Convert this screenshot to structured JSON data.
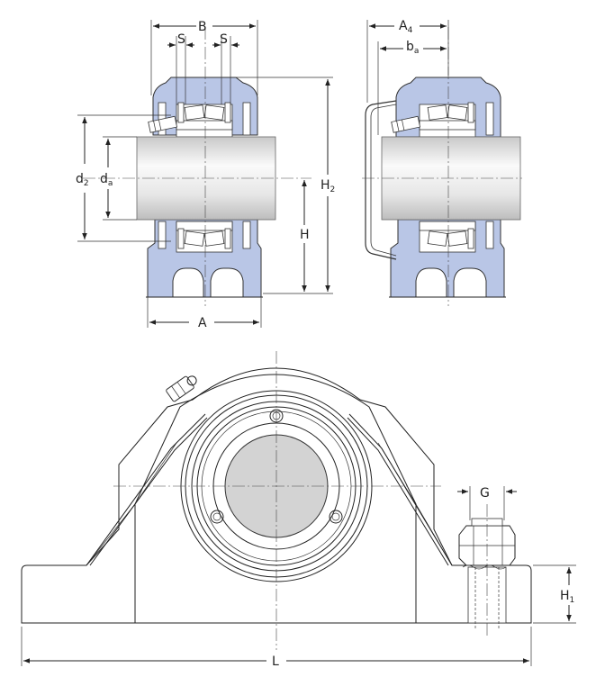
{
  "labels": {
    "B": "B",
    "S_left": "S",
    "S_right": "S",
    "A4_main": "A",
    "A4_sub": "4",
    "ba_main": "b",
    "ba_sub": "a",
    "d2_main": "d",
    "d2_sub": "2",
    "da_main": "d",
    "da_sub": "a",
    "H2_main": "H",
    "H2_sub": "2",
    "H": "H",
    "A": "A",
    "G": "G",
    "H1_main": "H",
    "H1_sub": "1",
    "L": "L"
  },
  "colors": {
    "housing_fill": "#b9c6e6",
    "line": "#222222",
    "shaft_light": "#f4f4f4",
    "shaft_dark": "#c8c8c8",
    "bore_fill": "#d3d3d3"
  }
}
